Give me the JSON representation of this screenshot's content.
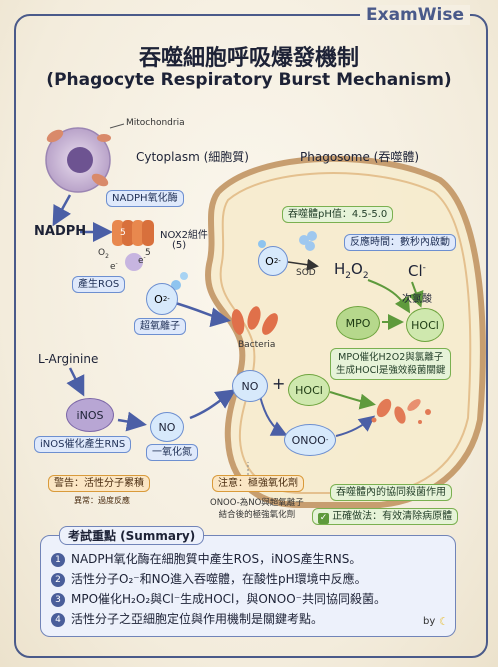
{
  "brand": "ExamWise",
  "title": "吞噬細胞呼吸爆發機制",
  "subtitle": "(Phagocyte Respiratory Burst Mechanism)",
  "labels": {
    "mitochondria": "Mitochondria",
    "cytoplasm": "Cytoplasm (細胞質)",
    "phagosome": "Phagosome (吞噬體)",
    "nadph": "NADPH",
    "nadph_enzyme": "NADPH氧化酶",
    "nox2": "NOX2組件",
    "nox2_count": "(5)",
    "nox2_o2": "O",
    "nox2_e1": "e",
    "nox2_e2": "e",
    "n5a": "5",
    "n5b": "5",
    "produce_ros": "產生ROS",
    "o2_radical": "O",
    "superoxide": "超氧離子",
    "bacteria": "Bacteria",
    "ph": "吞噬體pH值：4.5-5.0",
    "reaction_time": "反應時間：數秒內啟動",
    "sod": "SOD",
    "o2_phago": "O",
    "h2o2": "H",
    "cl": "Cl",
    "hypochlorous": "次氯酸",
    "mpo": "MPO",
    "hocl": "HOCl",
    "mpo_note": "MPO催化H2O2與氯離子\n生成HOCl是強效殺菌關鍵",
    "l_arginine": "L-Arginine",
    "inos": "iNOS",
    "inos_rns": "iNOS催化產生RNS",
    "no_cyto": "NO",
    "nitric_oxide": "一氧化氮",
    "no_phago": "NO",
    "plus": "+",
    "hocl2": "HOCl",
    "onoo": "ONOO",
    "warning": "警告：活性分子累積",
    "warning_sub": "異常：過度反應",
    "note_strong": "注意：極強氧化劑",
    "onoo_note": "ONOO-為NO與超氧離子\n結合後的極強氧化劑",
    "synergy": "吞噬體內的協同殺菌作用",
    "correct": "正確做法：有效清除病原體"
  },
  "summary": {
    "heading": "考試重點 (Summary)",
    "items": [
      "NADPH氧化酶在細胞質中產生ROS，iNOS產生RNS。",
      "活性分子O₂⁻和NO進入吞噬體，在酸性pH環境中反應。",
      "MPO催化H₂O₂與Cl⁻生成HOCl，與ONOO⁻共同協同殺菌。",
      "活性分子之亞細胞定位與作用機制是關鍵考點。"
    ],
    "numbers": [
      "1",
      "2",
      "3",
      "4"
    ],
    "byline": "by"
  },
  "colors": {
    "accent": "#4a5a8a",
    "phagosome": "#f7eccf",
    "ros": "#7fb6e6",
    "mpo": "#9bc46c"
  }
}
